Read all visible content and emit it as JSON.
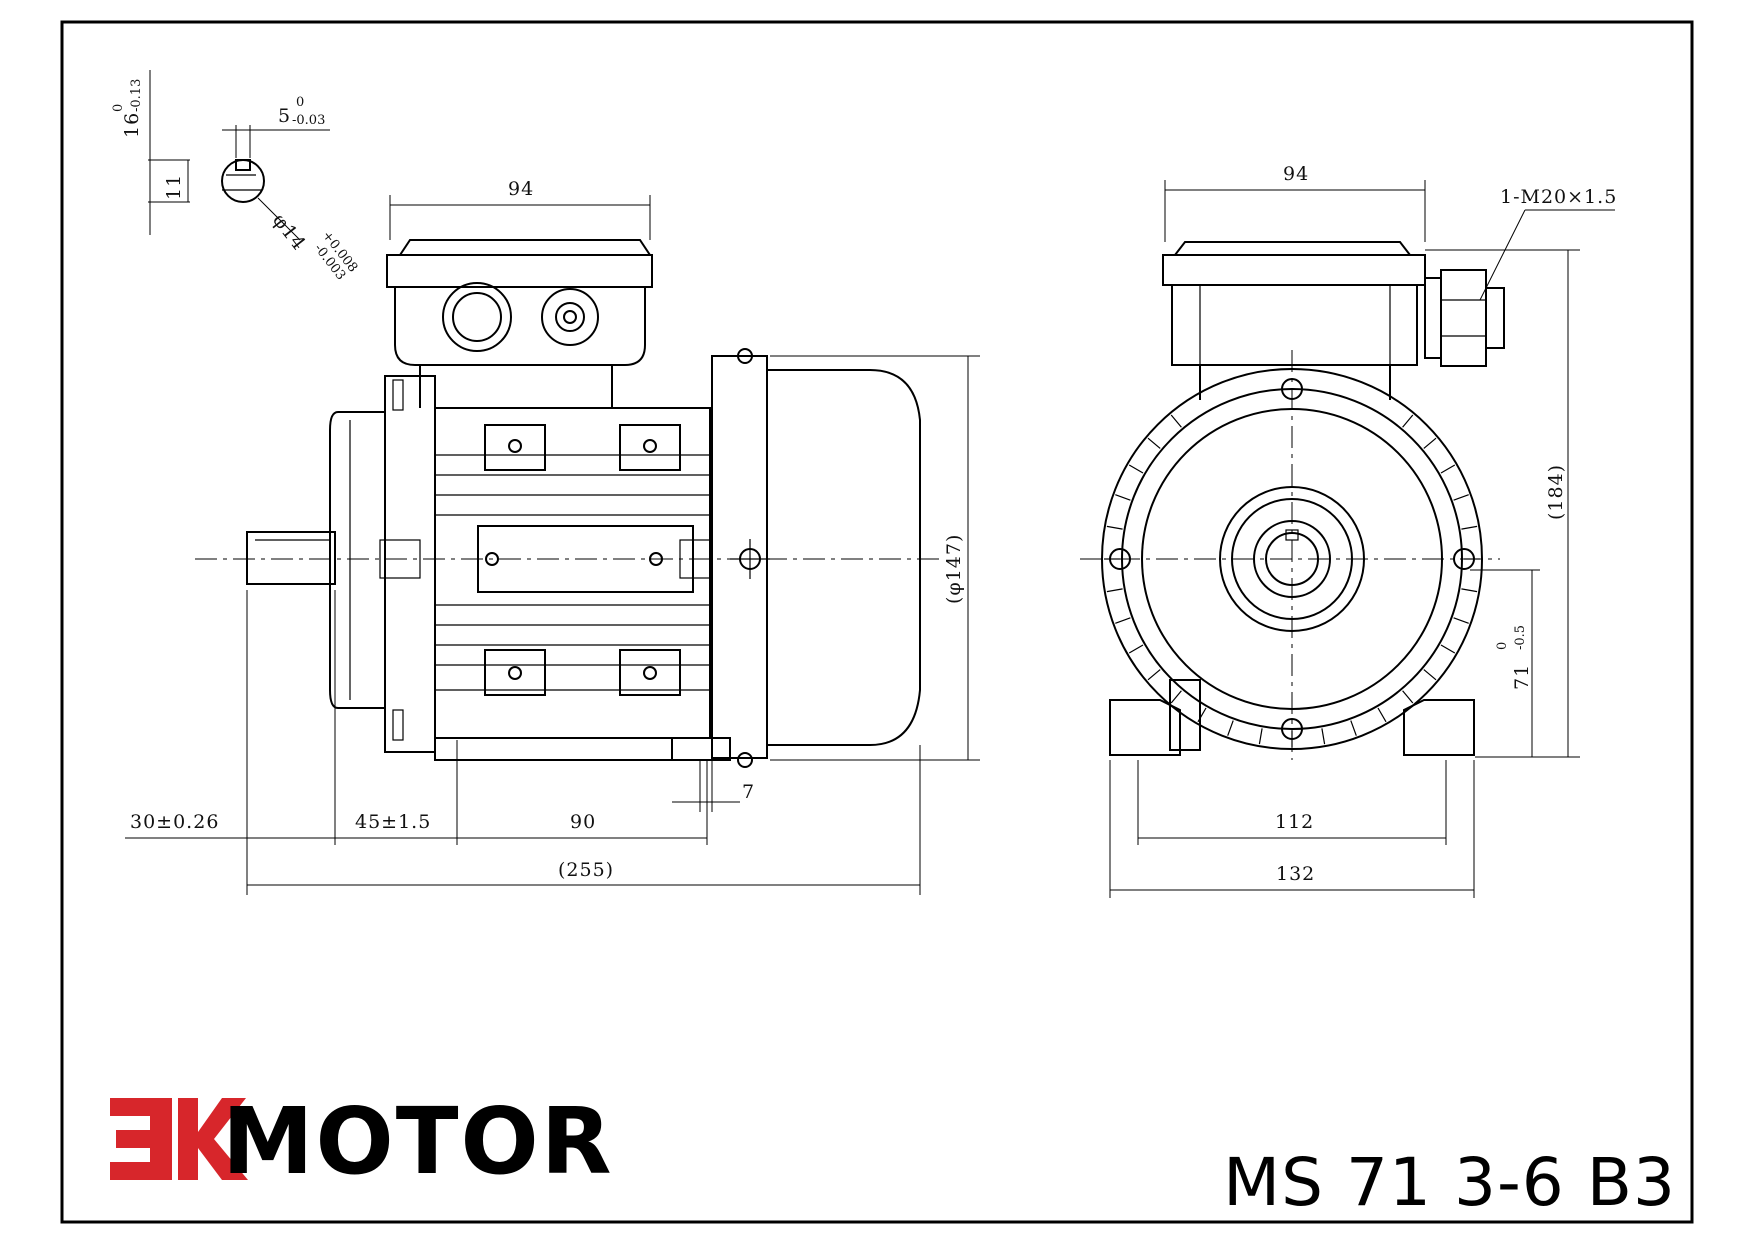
{
  "drawing": {
    "side_view": {
      "key_height": "16",
      "key_height_tol_upper": "0",
      "key_height_tol_lower": "-0.13",
      "key_width": "5",
      "key_width_tol_upper": "0",
      "key_width_tol_lower": "-0.03",
      "key_depth": "11",
      "shaft_diameter": "φ14",
      "shaft_tol_upper": "+0.008",
      "shaft_tol_lower": "-0.003",
      "terminal_box_width": "94",
      "body_diameter": "(φ147)",
      "foot_thickness": "7",
      "shaft_length": "30±0.26",
      "shaft_to_foot": "45±1.5",
      "foot_hole_spacing": "90",
      "overall_length": "(255)"
    },
    "end_view": {
      "terminal_box_width": "94",
      "cable_gland": "1-M20×1.5",
      "overall_height": "(184)",
      "shaft_height": "71",
      "shaft_height_tol_upper": "0",
      "shaft_height_tol_lower": "-0.5",
      "foot_hole_spacing": "112",
      "foot_width": "132"
    }
  },
  "brand": {
    "logo_text": "MOTOR",
    "logo_color": "#d7262b"
  },
  "model": "MS 71 3-6 B3"
}
